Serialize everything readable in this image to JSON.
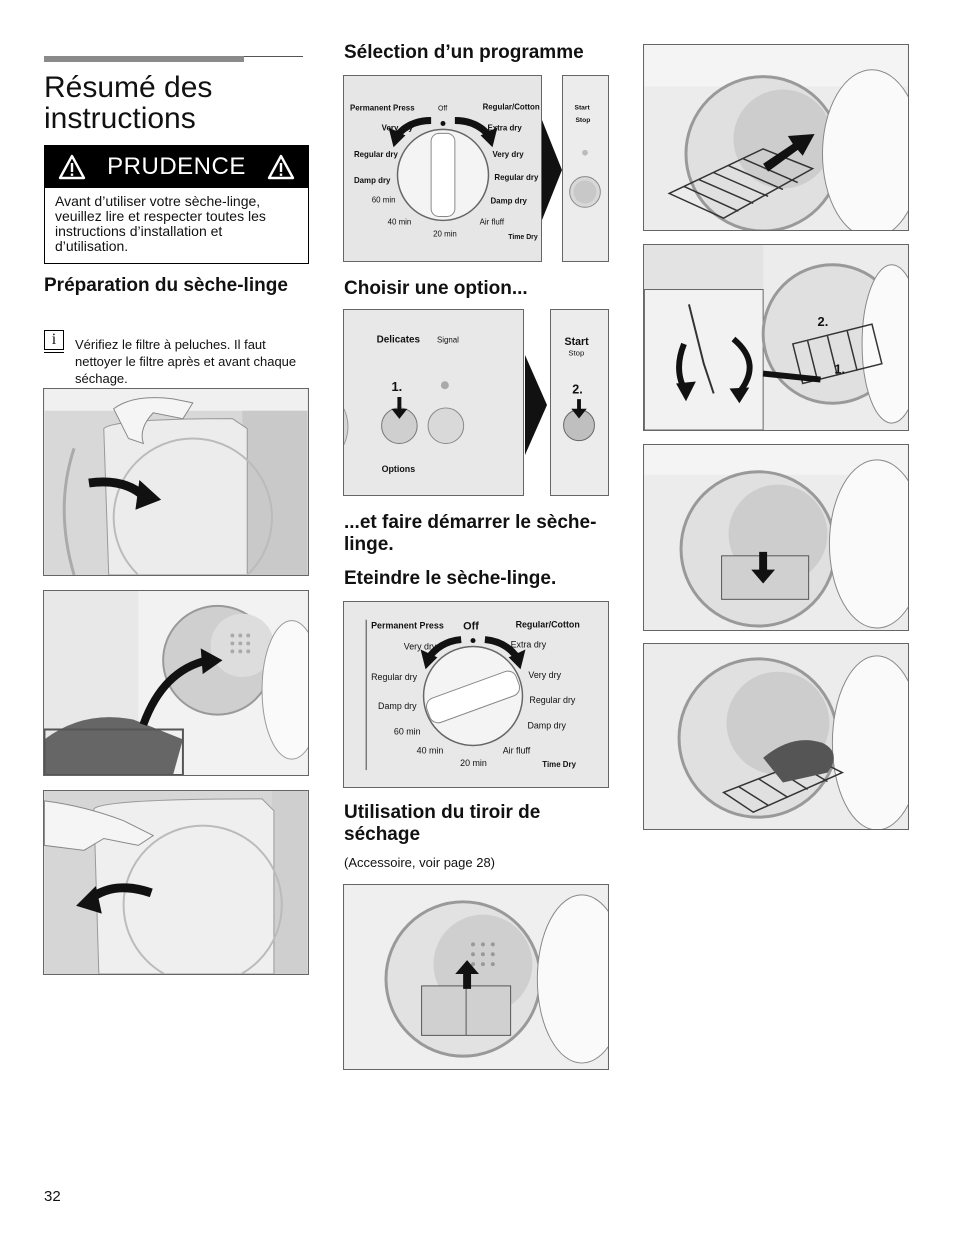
{
  "page": {
    "title": "Résumé des instructions",
    "page_number": "32"
  },
  "caution": {
    "label": "PRUDENCE",
    "text": "Avant d’utiliser votre sèche-linge, veuillez lire et respecter toutes les instructions d’installation et d’utilisation."
  },
  "preparation": {
    "title": "Préparation du sèche-linge",
    "info_icon": "i",
    "info_text": "Vérifiez le filtre à peluches. Il faut nettoyer le filtre après et avant chaque séchage."
  },
  "selection": {
    "title": "Sélection d’un programme",
    "dial_labels": {
      "permanent_press": "Permanent Press",
      "off": "Off",
      "regular_cotton": "Regular/Cotton",
      "very_dry": "Very dry",
      "extra_dry": "Extra dry",
      "regular_dry": "Regular dry",
      "damp_dry": "Damp dry",
      "min_60": "60 min",
      "min_40": "40 min",
      "min_20": "20 min",
      "air_fluff": "Air fluff",
      "time_dry": "Time Dry"
    },
    "start": "Start",
    "stop": "Stop"
  },
  "option": {
    "title": "Choisir une option...",
    "delicates": "Delicates",
    "signal": "Signal",
    "options": "Options",
    "start": "Start",
    "stop": "Stop",
    "step1": "1.",
    "step2": "2."
  },
  "start_step": {
    "title": "...et faire démarrer le sèche-linge."
  },
  "turn_off": {
    "title": "Eteindre le sèche-linge."
  },
  "drawer": {
    "title": "Utilisation du tiroir de séchage",
    "subtitle": "(Accessoire, voir page 28)",
    "step1": "1.",
    "step2": "2."
  }
}
